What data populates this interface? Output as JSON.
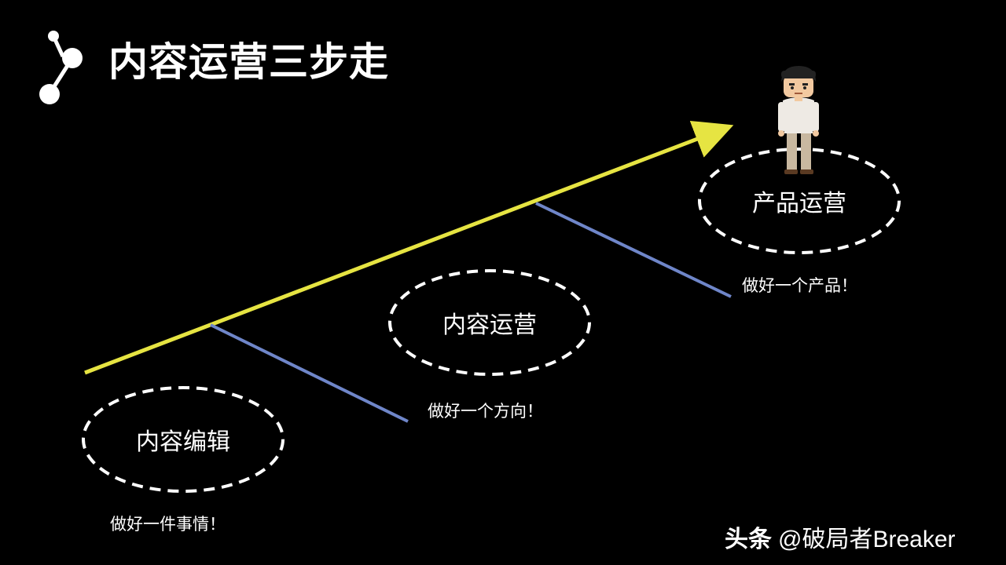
{
  "title": "内容运营三步走",
  "steps": [
    {
      "label": "内容编辑",
      "subtitle": "做好一件事情！"
    },
    {
      "label": "内容运营",
      "subtitle": "做好一个方向！"
    },
    {
      "label": "产品运营",
      "subtitle": "做好一个产品！"
    }
  ],
  "watermark": {
    "brand": "头条",
    "handle": "@破局者Breaker"
  },
  "colors": {
    "background": "#000000",
    "arrow": "#e6e442",
    "connector": "#6f86c9",
    "ellipse_stroke": "#ffffff"
  },
  "icons": {
    "logo": "molecule-nodes-icon",
    "figure": "cartoon-man-icon"
  }
}
